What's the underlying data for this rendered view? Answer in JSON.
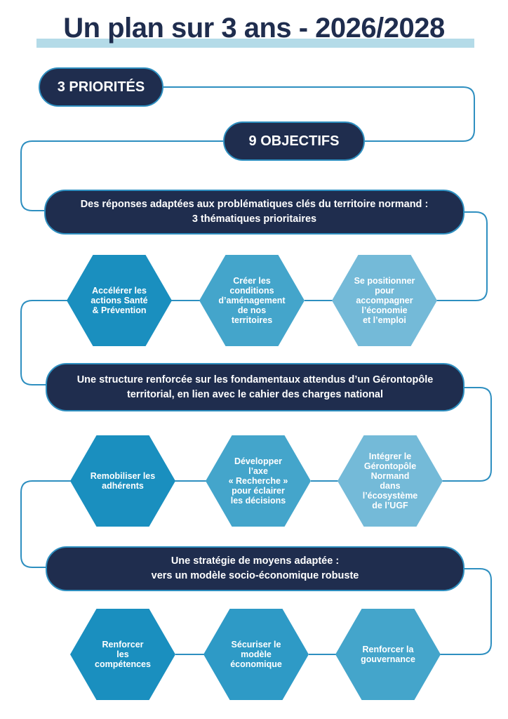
{
  "title": "Un plan sur 3 ans - 2026/2028",
  "priorities_label": "3 PRIORITÉS",
  "objectives_label": "9 OBJECTIFS",
  "colors": {
    "dark": "#1f2d4e",
    "line": "#2e8fc0",
    "hex1": "#1a8fbf",
    "hex2": "#44a5cb",
    "hex3": "#74bad8",
    "title_bar": "#b4dbe8"
  },
  "priorities": [
    {
      "heading": "Des réponses adaptées aux problématiques clés du territoire normand :\n3 thématiques prioritaires",
      "objectives": [
        "Accélérer les\nactions Santé\n& Prévention",
        "Créer les\nconditions\nd’aménagement\nde nos territoires",
        "Se positionner\npour\naccompagner\nl’économie\net l’emploi"
      ]
    },
    {
      "heading": "Une structure renforcée sur les fondamentaux attendus d’un Gérontopôle\nterritorial, en lien avec le cahier des charges national",
      "objectives": [
        "Remobiliser les\nadhérents",
        "Développer l’axe\n« Recherche »\npour éclairer\nles décisions",
        "Intégrer le\nGérontopôle\nNormand\ndans\nl’écosystème\nde l’UGF"
      ]
    },
    {
      "heading": "Une stratégie de moyens adaptée :\nvers un modèle socio-économique robuste",
      "objectives": [
        "Renforcer\nles compétences",
        "Sécuriser le\nmodèle\néconomique",
        "Renforcer la\ngouvernance"
      ]
    }
  ]
}
